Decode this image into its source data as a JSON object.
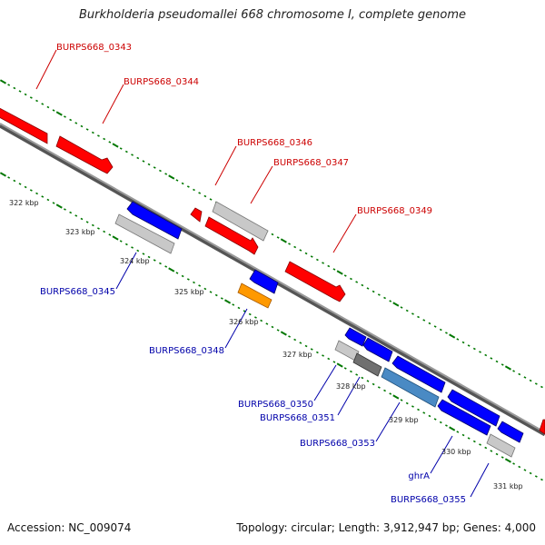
{
  "title": "Burkholderia pseudomallei 668 chromosome I, complete genome",
  "footer": {
    "accession": "Accession: NC_009074",
    "summary": "Topology: circular; Length: 3,912,947 bp; Genes: 4,000"
  },
  "colors": {
    "forward_label": "#cc0000",
    "reverse_label": "#0000aa",
    "forward_gene": "#ff0000",
    "reverse_gene": "#0000ff",
    "grey_gene": "#c8c8c8",
    "dark_gene": "#707070",
    "steel_gene": "#4a8ac4",
    "orange_gene": "#ff9900",
    "backbone": "#808080",
    "tick": "#007700"
  },
  "kbp_labels": [
    "322 kbp",
    "323 kbp",
    "324 kbp",
    "325 kbp",
    "326 kbp",
    "327 kbp",
    "328 kbp",
    "329 kbp",
    "330 kbp",
    "331 kbp"
  ],
  "forward_gene_labels": [
    "BURPS668_0343",
    "BURPS668_0344",
    "BURPS668_0346",
    "BURPS668_0347",
    "BURPS668_0349"
  ],
  "reverse_gene_labels": [
    "BURPS668_0345",
    "BURPS668_0348",
    "BURPS668_0350",
    "BURPS668_0351",
    "BURPS668_0353",
    "ghrA",
    "BURPS668_0355"
  ]
}
